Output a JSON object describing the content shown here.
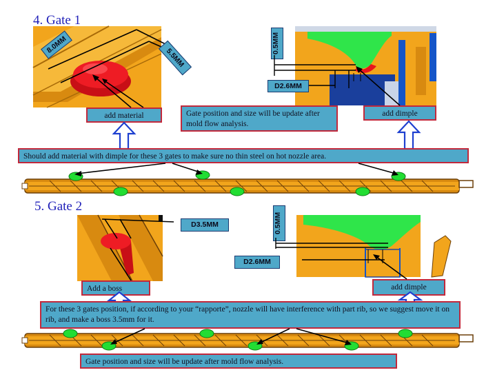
{
  "gate1": {
    "heading": "4.  Gate 1",
    "dim_length": "8.0MM",
    "dim_width": "5.5MM",
    "dim_height": "0.5MM",
    "dim_diameter": "D2.6MM",
    "add_material": "add material",
    "add_dimple": "add dimple",
    "gate_note": "Gate position and size will be update after mold flow analysis.",
    "dimple_note": "Should add material with dimple for these 3 gates to make sure no thin steel on hot nozzle area."
  },
  "gate2": {
    "heading": "5.  Gate 2",
    "dim_diameter_boss": "D3.5MM",
    "dim_height": "0.5MM",
    "dim_diameter": "D2.6MM",
    "add_boss": "Add a boss",
    "add_dimple": "add dimple",
    "rib_note": "For these 3 gates position, if according to your “rapporte”, nozzle will have interference with part rib, so we suggest move it on rib, and make a boss 3.5mm for it.",
    "gate_note": "Gate position and size will be update after mold flow analysis."
  },
  "colors": {
    "label_fill": "#4fa8c9",
    "label_border": "#c2283b",
    "part_orange": "#f2a51c",
    "gate_green": "#22dd33",
    "material_red": "#e8141c",
    "arrow_blue": "#1d3fd0",
    "heading_blue": "#1f1fb8"
  }
}
